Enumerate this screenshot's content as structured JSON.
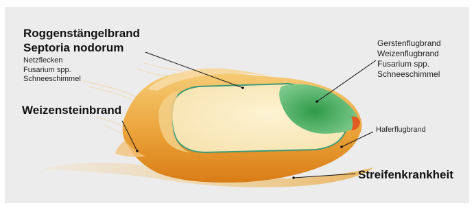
{
  "labels": {
    "roggen": "Roggenstängelbrand",
    "septoria": "Septoria nodorum",
    "netzflecken": "Netzflecken",
    "fusarium_left": "Fusarium spp.",
    "schnee_left": "Schneeschimmel",
    "weizenstein": "Weizensteinbrand",
    "gerstenflug": "Gerstenflugbrand",
    "weizenflug": "Weizenflugbrand",
    "fusarium_right": "Fusarium spp.",
    "schnee_right": "Schneeschimmel",
    "haferflug": "Haferflugbrand",
    "streifen": "Streifenkrankheit"
  },
  "colors": {
    "panel_bg": "#ececec",
    "husk_orange": "#e8a030",
    "endosperm": "#f9e8bb",
    "embryo_green": "#3aa655",
    "leader_line": "#111111"
  }
}
